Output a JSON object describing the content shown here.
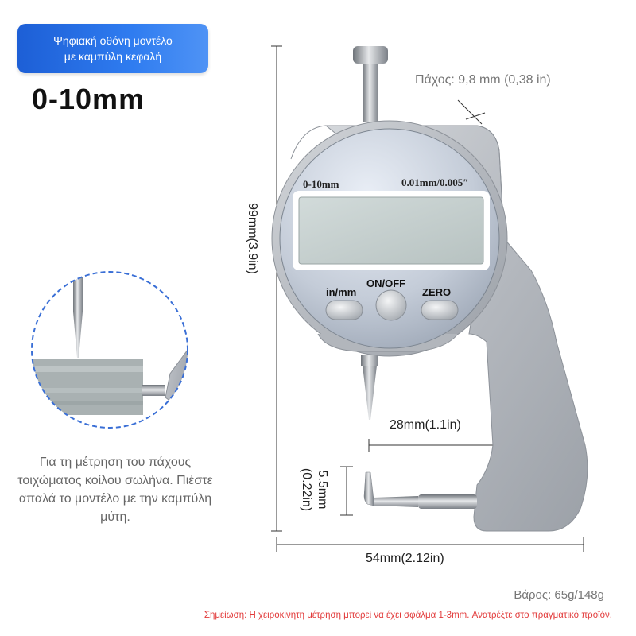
{
  "badge": {
    "line1": "Ψηφιακή οθόνη μοντέλο",
    "line2": "με καμπύλη κεφαλή"
  },
  "range_title": "0-10mm",
  "thickness_label": "Πάχος: 9,8 mm (0,38 in)",
  "dimensions": {
    "height": "99mm(3.9in)",
    "throat": "28mm(1.1in)",
    "width": "54mm(2.12in)",
    "tip_mm": "5.5mm",
    "tip_in": "(0.22in)"
  },
  "gauge": {
    "range": "0-10mm",
    "resolution": "0.01mm/0.005″",
    "buttons": {
      "unit": "in/mm",
      "power": "ON/OFF",
      "zero": "ZERO"
    }
  },
  "caption": "Για τη μέτρηση του πάχους τοιχώματος κοίλου σωλήνα. Πιέστε απαλά το μοντέλο με την καμπύλη μύτη.",
  "weight": "Βάρος: 65g/148g",
  "note": "Σημείωση: Η χειροκίνητη μέτρηση μπορεί να έχει σφάλμα 1-3mm. Ανατρέξτε στο πραγματικό προϊόν.",
  "colors": {
    "badge": "#2f7cf0",
    "note": "#e23a3a",
    "body_metal": "#b8bcc2",
    "lcd": "#c9d3d2"
  }
}
